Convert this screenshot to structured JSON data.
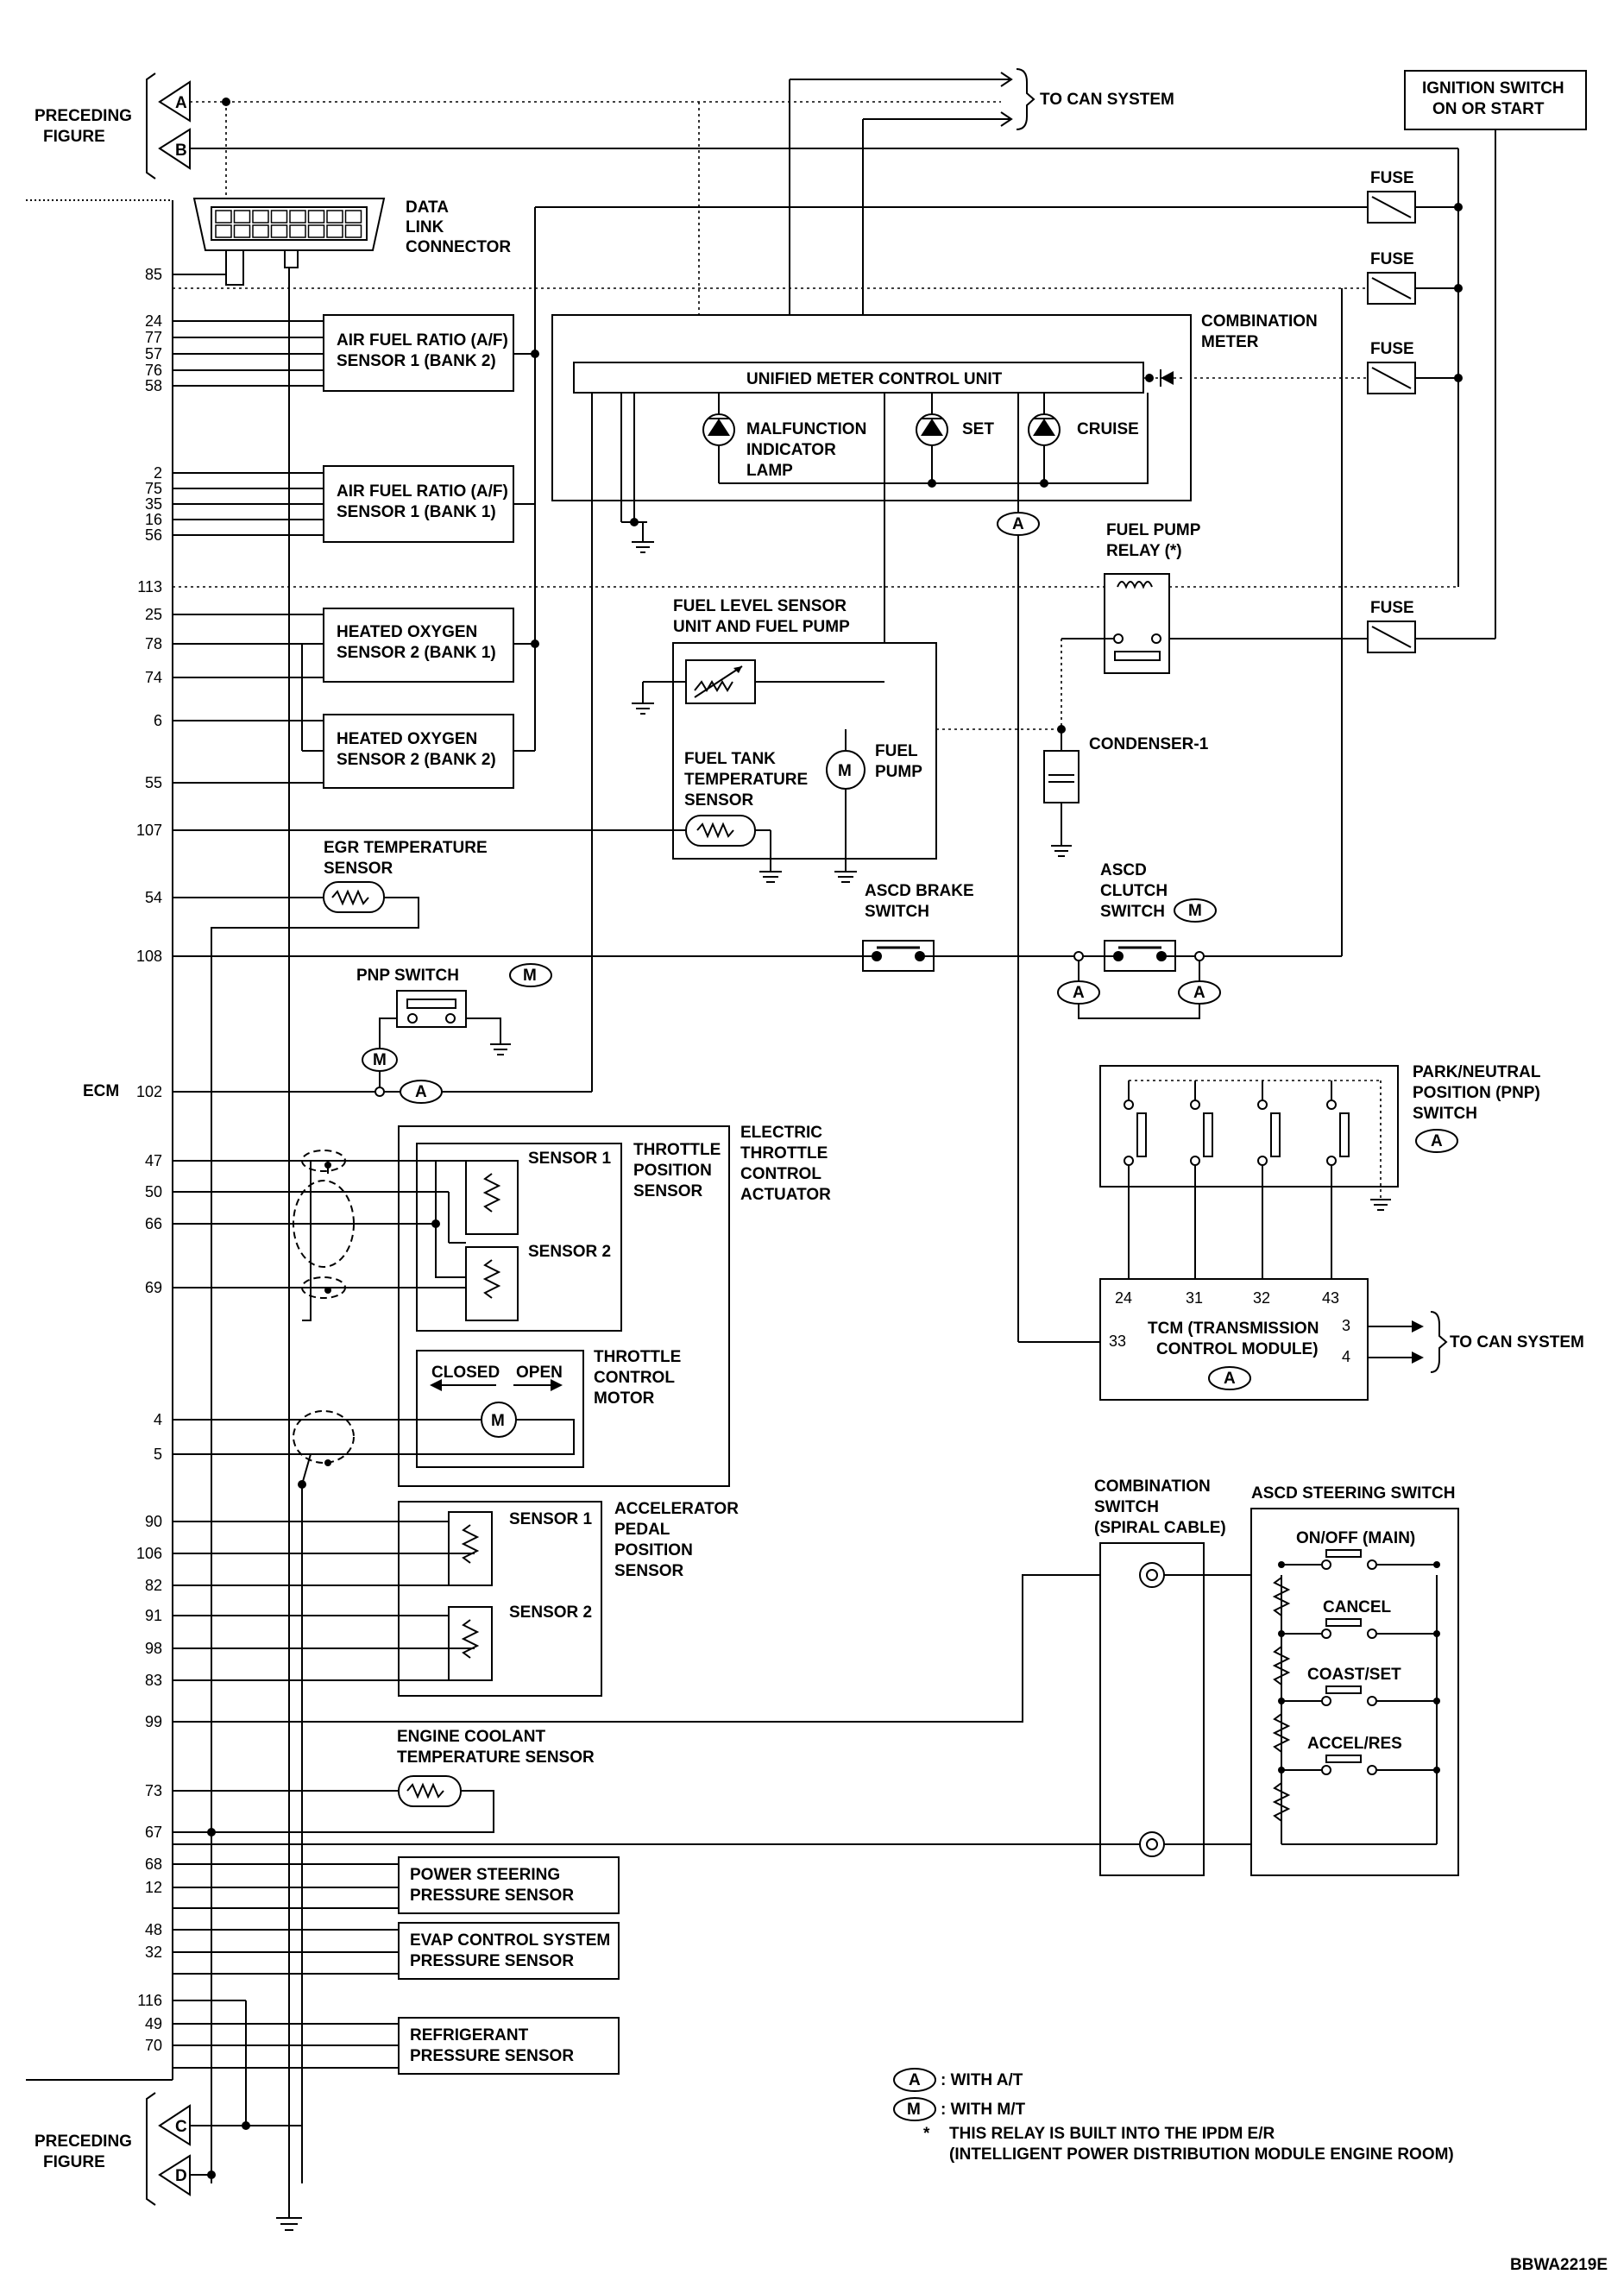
{
  "labels": {
    "preceding_figure": [
      "PRECEDING",
      "FIGURE"
    ],
    "connector_a": "A",
    "connector_b": "B",
    "connector_c": "C",
    "connector_d": "D",
    "to_can_system": "TO CAN SYSTEM",
    "ignition_switch": [
      "IGNITION SWITCH",
      "ON OR START"
    ],
    "fuse": "FUSE",
    "data_link_connector": [
      "DATA",
      "LINK",
      "CONNECTOR"
    ],
    "combination_meter": [
      "COMBINATION",
      "METER"
    ],
    "unified_meter_control_unit": "UNIFIED METER CONTROL UNIT",
    "malfunction_indicator_lamp": [
      "MALFUNCTION",
      "INDICATOR",
      "LAMP"
    ],
    "set": "SET",
    "cruise": "CRUISE",
    "af_sensor_bank2": [
      "AIR FUEL RATIO (A/F)",
      "SENSOR 1 (BANK 2)"
    ],
    "af_sensor_bank1": [
      "AIR FUEL RATIO (A/F)",
      "SENSOR 1 (BANK 1)"
    ],
    "ho2s_bank1": [
      "HEATED OXYGEN",
      "SENSOR 2 (BANK 1)"
    ],
    "ho2s_bank2": [
      "HEATED OXYGEN",
      "SENSOR 2 (BANK 2)"
    ],
    "fuel_pump_relay": [
      "FUEL PUMP",
      "RELAY (*)"
    ],
    "fuel_level_sensor": [
      "FUEL LEVEL SENSOR",
      "UNIT AND FUEL PUMP"
    ],
    "fuel_tank_temp_sensor": [
      "FUEL TANK",
      "TEMPERATURE",
      "SENSOR"
    ],
    "fuel_pump": [
      "FUEL",
      "PUMP"
    ],
    "condenser": "CONDENSER-1",
    "egr_temp_sensor": [
      "EGR TEMPERATURE",
      "SENSOR"
    ],
    "ascd_brake_switch": [
      "ASCD BRAKE",
      "SWITCH"
    ],
    "ascd_clutch_switch": [
      "ASCD",
      "CLUTCH",
      "SWITCH"
    ],
    "pnp_switch": "PNP SWITCH",
    "ecm": "ECM",
    "electric_throttle_actuator": [
      "ELECTRIC",
      "THROTTLE",
      "CONTROL",
      "ACTUATOR"
    ],
    "throttle_position_sensor": [
      "THROTTLE",
      "POSITION",
      "SENSOR"
    ],
    "sensor_1": "SENSOR 1",
    "sensor_2": "SENSOR 2",
    "throttle_control_motor": [
      "THROTTLE",
      "CONTROL",
      "MOTOR"
    ],
    "closed": "CLOSED",
    "open": "OPEN",
    "park_neutral_switch": [
      "PARK/NEUTRAL",
      "POSITION (PNP)",
      "SWITCH"
    ],
    "tcm": [
      "TCM (TRANSMISSION",
      "CONTROL MODULE)"
    ],
    "tcm_pins": [
      "24",
      "31",
      "32",
      "43",
      "33",
      "3",
      "4"
    ],
    "accelerator_pedal_sensor": [
      "ACCELERATOR",
      "PEDAL",
      "POSITION",
      "SENSOR"
    ],
    "combination_switch": [
      "COMBINATION",
      "SWITCH",
      "(SPIRAL CABLE)"
    ],
    "ascd_steering_switch": "ASCD STEERING SWITCH",
    "on_off_main": "ON/OFF (MAIN)",
    "cancel": "CANCEL",
    "coast_set": "COAST/SET",
    "accel_res": "ACCEL/RES",
    "engine_coolant_sensor": [
      "ENGINE COOLANT",
      "TEMPERATURE SENSOR"
    ],
    "power_steering_sensor": [
      "POWER STEERING",
      "PRESSURE SENSOR"
    ],
    "evap_sensor": [
      "EVAP CONTROL SYSTEM",
      "PRESSURE SENSOR"
    ],
    "refrigerant_sensor": [
      "REFRIGERANT",
      "PRESSURE SENSOR"
    ],
    "motor_symbol": "M",
    "badge_at": "A",
    "badge_mt": "M",
    "legend_at": ": WITH A/T",
    "legend_mt": ": WITH M/T",
    "legend_star": "*",
    "legend_relay_note": [
      "THIS RELAY IS BUILT INTO THE IPDM E/R",
      "(INTELLIGENT POWER DISTRIBUTION MODULE ENGINE ROOM)"
    ],
    "figure_code": "BBWA2219E"
  },
  "ecm_pins": [
    {
      "pin": "85"
    },
    {
      "pin": "24"
    },
    {
      "pin": "77"
    },
    {
      "pin": "57"
    },
    {
      "pin": "76"
    },
    {
      "pin": "58"
    },
    {
      "pin": "2"
    },
    {
      "pin": "75"
    },
    {
      "pin": "35"
    },
    {
      "pin": "16"
    },
    {
      "pin": "56"
    },
    {
      "pin": "113"
    },
    {
      "pin": "25"
    },
    {
      "pin": "78"
    },
    {
      "pin": "74"
    },
    {
      "pin": "6"
    },
    {
      "pin": "55"
    },
    {
      "pin": "107"
    },
    {
      "pin": "54"
    },
    {
      "pin": "108"
    },
    {
      "pin": "102"
    },
    {
      "pin": "47"
    },
    {
      "pin": "50"
    },
    {
      "pin": "66"
    },
    {
      "pin": "69"
    },
    {
      "pin": "4"
    },
    {
      "pin": "5"
    },
    {
      "pin": "90"
    },
    {
      "pin": "106"
    },
    {
      "pin": "82"
    },
    {
      "pin": "91"
    },
    {
      "pin": "98"
    },
    {
      "pin": "83"
    },
    {
      "pin": "99"
    },
    {
      "pin": "73"
    },
    {
      "pin": "67"
    },
    {
      "pin": "68"
    },
    {
      "pin": "12"
    },
    {
      "pin": "48"
    },
    {
      "pin": "32"
    },
    {
      "pin": "116"
    },
    {
      "pin": "49"
    },
    {
      "pin": "70"
    }
  ]
}
